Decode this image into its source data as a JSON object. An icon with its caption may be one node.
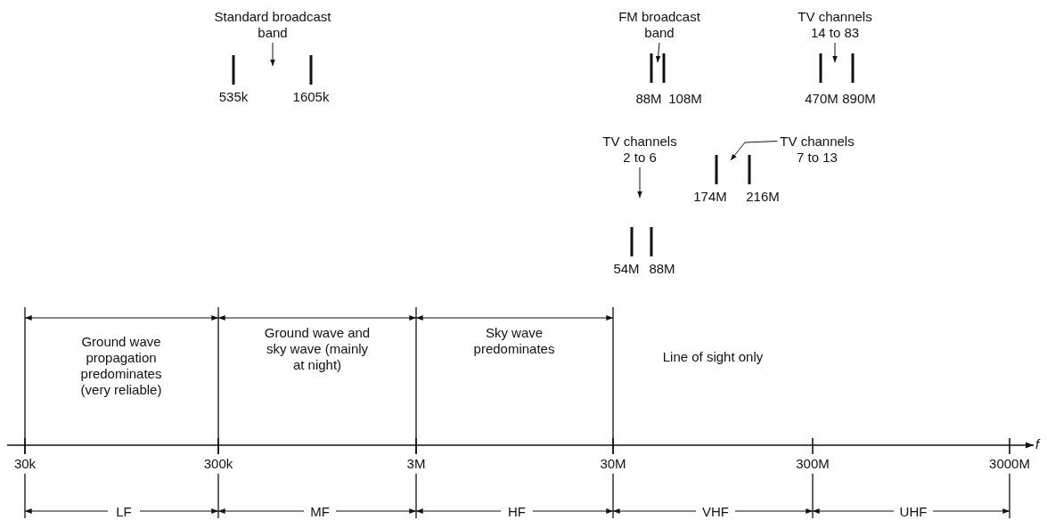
{
  "diagram": {
    "nodes": [
      {
        "text": [
          "Standard broadcast band"
        ]
      },
      {
        "text": [
          "FM broadcast band"
        ]
      },
      {
        "text": [
          "TV channels 14 to 83"
        ]
      },
      {
        "text": [
          "TV channels 2 to 6"
        ]
      },
      {
        "text": [
          "TV channels 7 to 13"
        ]
      }
    ],
    "edges": [
      {
        "from": 0,
        "to": null,
        "arrow": "to"
      },
      {
        "from": 1,
        "to": null,
        "arrow": "to"
      },
      {
        "from": 2,
        "to": null,
        "arrow": "to"
      },
      {
        "from": 3,
        "to": null,
        "arrow": "to"
      },
      {
        "from": 4,
        "to": null,
        "arrow": "to"
      }
    ],
    "labels": [
      "535k",
      "1605k",
      "88M",
      "108M",
      "470M",
      "890M",
      "174M",
      "216M",
      "54M",
      "88M",
      "Ground wave propagation predominates (very reliable)",
      "Ground wave and sky wave (mainly at night)",
      "Sky wave predominates",
      "Line of sight only",
      "30k",
      "300k",
      "3M",
      "30M",
      "300M",
      "3000M",
      "f",
      "LF",
      "MF",
      "HF",
      "VHF",
      "UHF"
    ]
  }
}
